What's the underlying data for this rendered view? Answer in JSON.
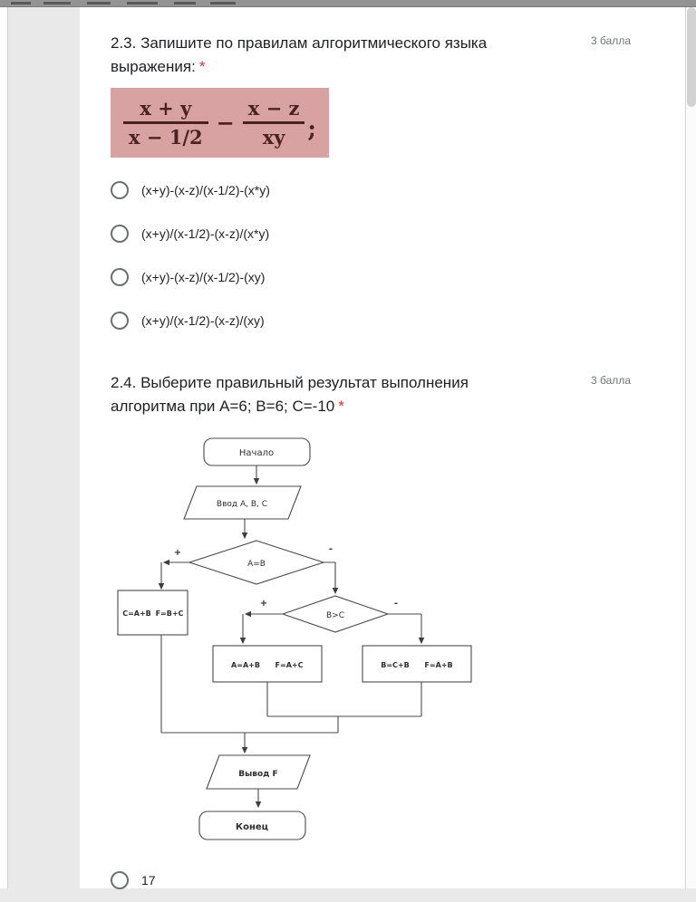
{
  "q23": {
    "title_lines": [
      "2.3. Запишите по правилам алгоритмического языка",
      "выражения:"
    ],
    "required": "*",
    "points": "3 балла",
    "formula": {
      "num1": "x + y",
      "den1": "x − 1/2",
      "minus": "−",
      "num2": "x − z",
      "den2": "xy",
      "semicolon": ";"
    },
    "options": [
      "(x+y)-(x-z)/(x-1/2)-(x*y)",
      "(x+y)/(x-1/2)-(x-z)/(x*y)",
      "(x+y)-(x-z)/(x-1/2)-(xy)",
      "(x+y)/(x-1/2)-(x-z)/(xy)"
    ]
  },
  "q24": {
    "title_lines": [
      "2.4. Выберите правильный результат выполнения",
      "алгоритма при A=6; B=6; C=-10"
    ],
    "required": "*",
    "points": "3 балла",
    "flowchart": {
      "start": "Начало",
      "input": "Ввод A, B, C",
      "decision1": "A=B",
      "decision2": "B>C",
      "plus": "+",
      "minus": "-",
      "left_box": [
        "C=A+B",
        "F=B+C"
      ],
      "mid_box": [
        "A=A+B",
        "F=A+C"
      ],
      "right_box": [
        "B=C+B",
        "F=A+B"
      ],
      "output": "Вывод F",
      "end": "Конец"
    },
    "options": [
      "17"
    ]
  },
  "colors": {
    "required_red": "#d93025",
    "formula_background": "#d9a2a2",
    "formula_text": "#4b2121",
    "points_gray": "#70757a"
  }
}
